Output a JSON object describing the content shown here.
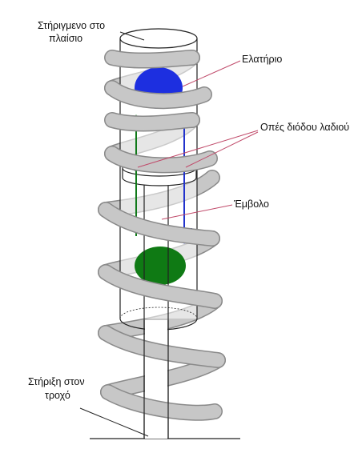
{
  "labels": {
    "frame_mount_line1": "Στήριγμενο στο",
    "frame_mount_line2": "πλαίσιο",
    "spring": "Ελατήριο",
    "oil_holes": "Οπές διόδου λαδιού",
    "piston": "Έμβολο",
    "wheel_mount_line1": "Στήριξη στον",
    "wheel_mount_line2": "τροχό"
  },
  "colors": {
    "upper_ball": "#1d2fe0",
    "lower_ball": "#0f7a14",
    "flow_down_arrow": "#2233cc",
    "flow_up_arrow": "#117a1a",
    "spring_fill": "#c7c7c7",
    "spring_edge": "#8a8a8a",
    "leader_line": "#c04a6a"
  }
}
